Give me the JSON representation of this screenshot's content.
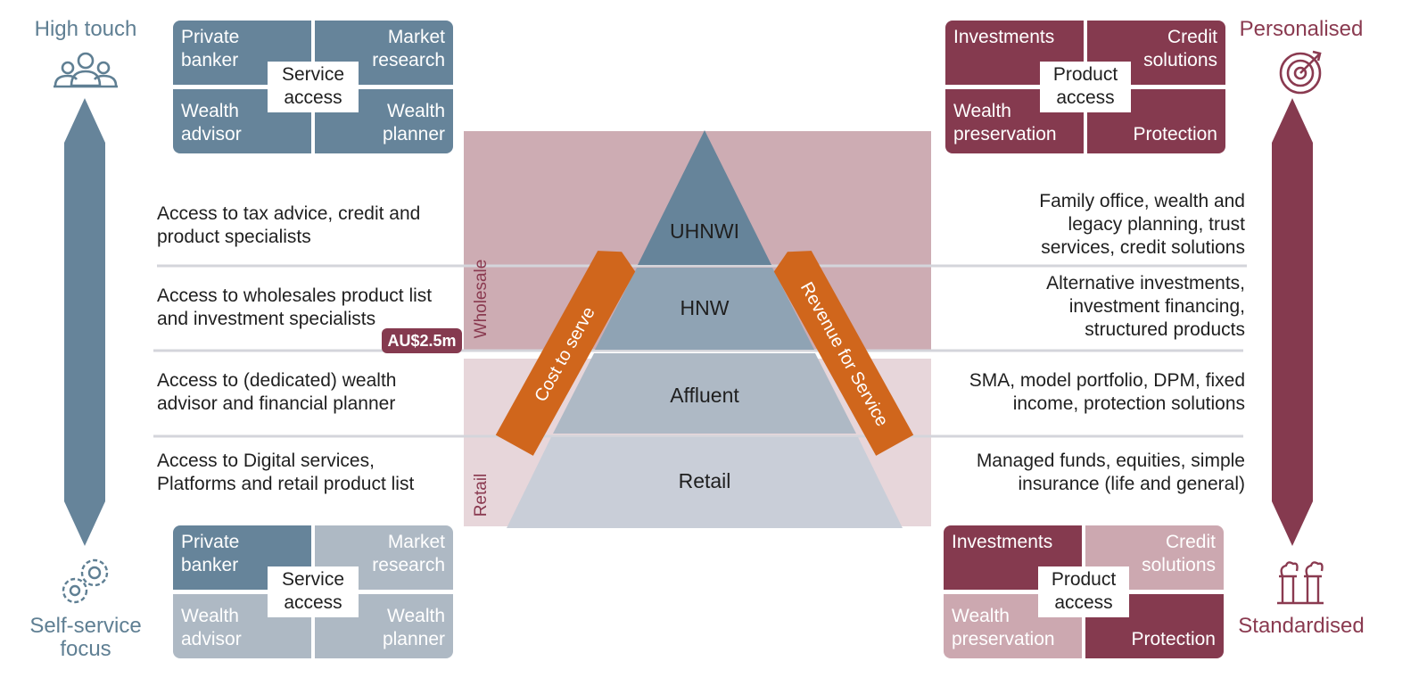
{
  "left_axis": {
    "top_label": "High touch",
    "bottom_label_1": "Self-service",
    "bottom_label_2": "focus"
  },
  "right_axis": {
    "top_label": "Personalised",
    "bottom_label": "Standardised"
  },
  "service_top": {
    "tl": [
      "Private",
      "banker"
    ],
    "tr": [
      "Market",
      "research"
    ],
    "bl": [
      "Wealth",
      "advisor"
    ],
    "br": [
      "Wealth",
      "planner"
    ],
    "center": [
      "Service",
      "access"
    ]
  },
  "service_bottom": {
    "tl": [
      "Private",
      "banker"
    ],
    "tr": [
      "Market",
      "research"
    ],
    "bl": [
      "Wealth",
      "advisor"
    ],
    "br": [
      "Wealth",
      "planner"
    ],
    "center": [
      "Service",
      "access"
    ]
  },
  "product_top": {
    "tl": [
      "Investments",
      ""
    ],
    "tr": [
      "Credit",
      "solutions"
    ],
    "bl": [
      "Wealth",
      "preservation"
    ],
    "br": [
      "",
      "Protection"
    ],
    "center": [
      "Product",
      "access"
    ]
  },
  "product_bottom": {
    "tl": [
      "Investments",
      ""
    ],
    "tr": [
      "Credit",
      "solutions"
    ],
    "bl": [
      "Wealth",
      "preservation"
    ],
    "br": [
      "",
      "Protection"
    ],
    "center": [
      "Product",
      "access"
    ]
  },
  "left_descriptions": [
    [
      "Access to tax advice, credit and",
      "product specialists"
    ],
    [
      "Access to wholesales product list",
      "and investment specialists"
    ],
    [
      "Access to (dedicated) wealth",
      "advisor and financial planner"
    ],
    [
      "Access to Digital services,",
      "Platforms and retail product list"
    ]
  ],
  "right_descriptions": [
    [
      "Family office, wealth and",
      "legacy planning, trust",
      "services, credit solutions"
    ],
    [
      "Alternative investments,",
      "investment financing,",
      "structured products"
    ],
    [
      "SMA, model portfolio, DPM, fixed",
      "income, protection solutions"
    ],
    [
      "Managed funds, equities, simple",
      "insurance (life and general)"
    ]
  ],
  "pyramid": {
    "tiers": [
      "UHNWI",
      "HNW",
      "Affluent",
      "Retail"
    ],
    "zone_wholesale": "Wholesale",
    "zone_retail": "Retail",
    "threshold": "AU$2.5m",
    "arrow_left": "Cost to serve",
    "arrow_right": "Revenue for Service"
  },
  "colors": {
    "blue": "#66849a",
    "blue_light": "#aeb9c4",
    "wine": "#853a4f",
    "wine_light": "#cca8b0",
    "orange": "#d0661c"
  }
}
